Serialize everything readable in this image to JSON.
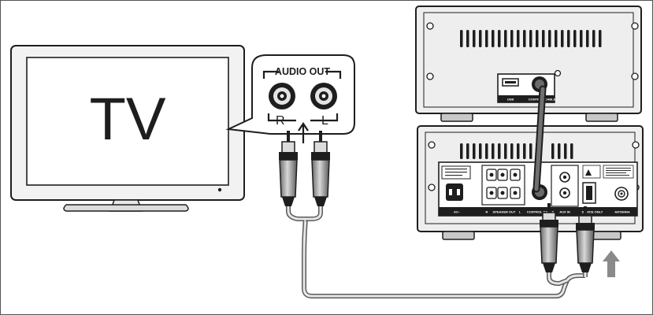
{
  "tv": {
    "label": "TV"
  },
  "callout": {
    "title": "AUDIO OUT",
    "right_label": "R",
    "left_label": "L"
  },
  "stereo": {
    "top_unit": {
      "usb_label": "USB",
      "control_label": "CONTROL CABLE"
    },
    "bottom_unit": {
      "ac_label": "AC~",
      "speaker_r": "R",
      "speaker_out": "SPEAKER OUT",
      "speaker_l": "L",
      "control_label": "CONTROL CABLE",
      "aux_label": "AUX IN",
      "device_label": "DEVICE ONLY",
      "antenna_label": "ANTENNA"
    }
  },
  "colors": {
    "outline": "#1e1e1e",
    "device_fill": "#eaeaea",
    "device_dark": "#c8c8c8",
    "cable": "#6e6e6e",
    "arrow": "#8a8a8a"
  }
}
